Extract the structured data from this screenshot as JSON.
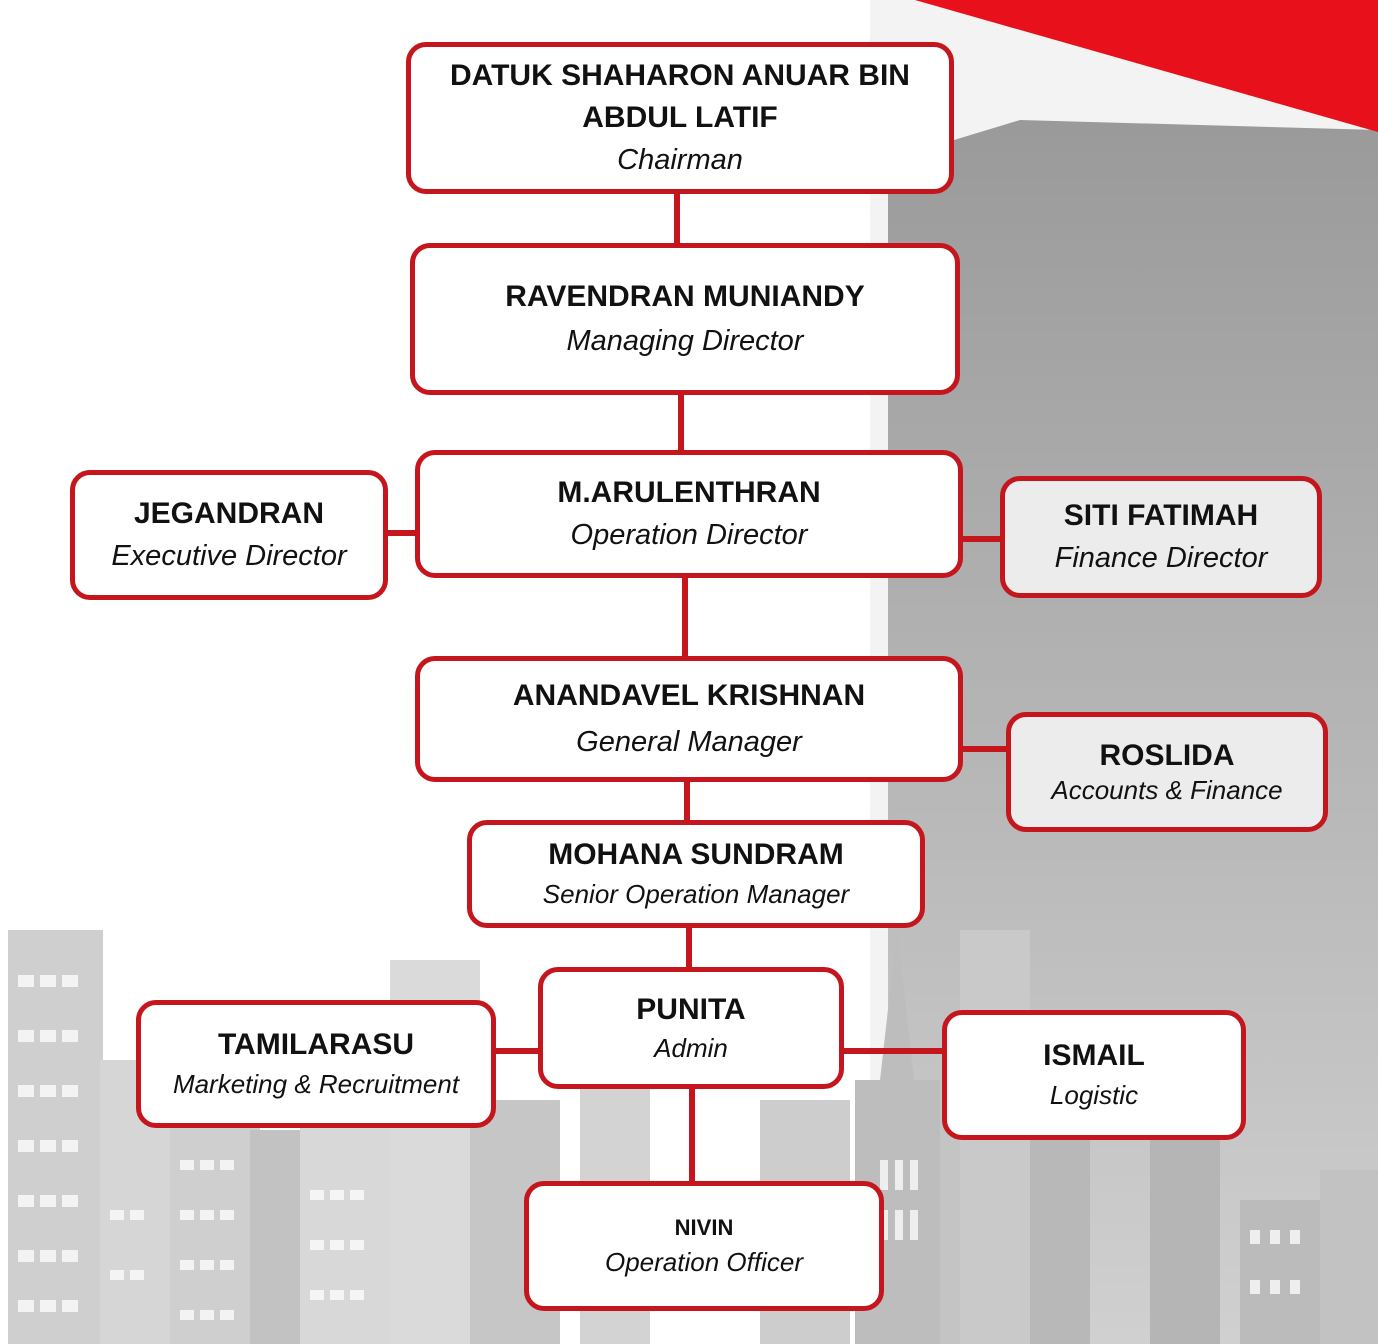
{
  "colors": {
    "accent_red": "#c4161c",
    "banner_red": "#e8101a",
    "tower_grey": "#a0a0a0",
    "city_grey": "#c8c8c8"
  },
  "nodes": {
    "chairman": {
      "name": "DATUK SHAHARON ANUAR BIN ABDUL LATIF",
      "title": "Chairman"
    },
    "managing_director": {
      "name": "RAVENDRAN MUNIANDY",
      "title": "Managing Director"
    },
    "operation_director": {
      "name": "M.ARULENTHRAN",
      "title": "Operation Director"
    },
    "executive_director": {
      "name": "JEGANDRAN",
      "title": "Executive Director"
    },
    "finance_director": {
      "name": "SITI FATIMAH",
      "title": "Finance Director"
    },
    "general_manager": {
      "name": "ANANDAVEL KRISHNAN",
      "title": "General Manager"
    },
    "accounts_finance": {
      "name": "ROSLIDA",
      "title": "Accounts & Finance"
    },
    "senior_operation_manager": {
      "name": "MOHANA SUNDRAM",
      "title": "Senior Operation Manager"
    },
    "admin": {
      "name": "PUNITA",
      "title": "Admin"
    },
    "marketing_recruitment": {
      "name": "TAMILARASU",
      "title": "Marketing & Recruitment"
    },
    "logistic": {
      "name": "ISMAIL",
      "title": "Logistic"
    },
    "operation_officer": {
      "name": "NIVIN",
      "title": "Operation Officer"
    }
  }
}
